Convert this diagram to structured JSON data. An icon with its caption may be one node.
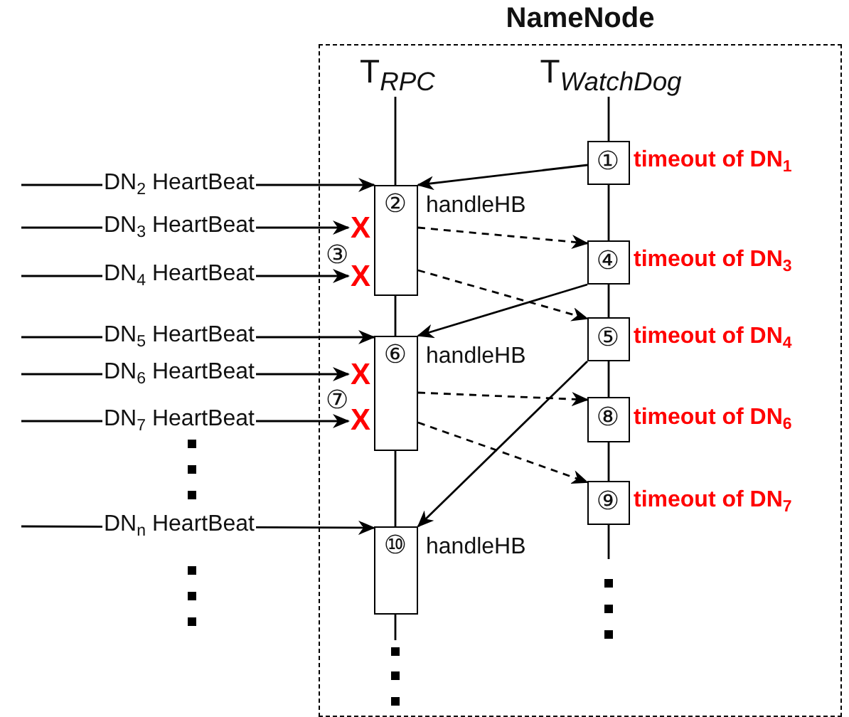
{
  "diagram": {
    "nodes": [
      {
        "text": [
          "NameNode"
        ]
      },
      {
        "text": [
          "T$_{RPC}$"
        ],
        "in": 0
      },
      {
        "text": [
          "T$_{WatchDog}$"
        ],
        "in": 0
      },
      {
        "text": [
          "①"
        ],
        "in": 0,
        "beside": [
          "timeout of DN$_{1}$"
        ]
      },
      {
        "text": [
          "②"
        ],
        "in": 0,
        "beside": [
          "handleHB"
        ]
      },
      {
        "text": [
          "X"
        ],
        "in": 0
      },
      {
        "text": [
          "X"
        ],
        "in": 0
      },
      {
        "text": [
          "④"
        ],
        "in": 0,
        "beside": [
          "timeout of DN$_{3}$"
        ]
      },
      {
        "text": [
          "⑤"
        ],
        "in": 0,
        "beside": [
          "timeout of DN$_{4}$"
        ]
      },
      {
        "text": [
          "⑥"
        ],
        "in": 0,
        "beside": [
          "handleHB"
        ]
      },
      {
        "text": [
          "X"
        ],
        "in": 0
      },
      {
        "text": [
          "X"
        ],
        "in": 0
      },
      {
        "text": [
          "⑧"
        ],
        "in": 0,
        "beside": [
          "timeout of DN$_{6}$"
        ]
      },
      {
        "text": [
          "⑨"
        ],
        "in": 0,
        "beside": [
          "timeout of DN$_{7}$"
        ]
      },
      {
        "text": [
          "⑩"
        ],
        "in": 0,
        "beside": [
          "handleHB"
        ]
      }
    ],
    "edges": [
      {
        "from": 1,
        "to": 4,
        "arrow": "none"
      },
      {
        "from": 4,
        "to": 9,
        "arrow": "none"
      },
      {
        "from": 9,
        "to": 14,
        "arrow": "none"
      },
      {
        "from": 2,
        "to": 3,
        "arrow": "none"
      },
      {
        "from": 3,
        "to": 7,
        "arrow": "none"
      },
      {
        "from": 7,
        "to": 8,
        "arrow": "none"
      },
      {
        "from": 8,
        "to": 12,
        "arrow": "none"
      },
      {
        "from": 12,
        "to": 13,
        "arrow": "none"
      },
      {
        "from": 3,
        "to": 4,
        "arrow": "to"
      },
      {
        "from": 4,
        "to": 7,
        "arrow": "to",
        "style": "dashed"
      },
      {
        "from": 4,
        "to": 8,
        "arrow": "to",
        "style": "dashed"
      },
      {
        "from": 7,
        "to": 9,
        "arrow": "to"
      },
      {
        "from": 9,
        "to": 12,
        "arrow": "to",
        "style": "dashed"
      },
      {
        "from": 9,
        "to": 13,
        "arrow": "to",
        "style": "dashed"
      },
      {
        "from": 8,
        "to": 14,
        "arrow": "to"
      },
      {
        "from": null,
        "to": 4,
        "arrow": "to",
        "label": "DN$_{2}$ HeartBeat"
      },
      {
        "from": null,
        "to": 5,
        "arrow": "to",
        "label": "DN$_{3}$ HeartBeat"
      },
      {
        "from": null,
        "to": 6,
        "arrow": "to",
        "label": "DN$_{4}$ HeartBeat"
      },
      {
        "from": null,
        "to": 9,
        "arrow": "to",
        "label": "DN$_{5}$ HeartBeat"
      },
      {
        "from": null,
        "to": 10,
        "arrow": "to",
        "label": "DN$_{6}$ HeartBeat"
      },
      {
        "from": null,
        "to": 11,
        "arrow": "to",
        "label": "DN$_{7}$ HeartBeat"
      },
      {
        "from": null,
        "to": 14,
        "arrow": "to",
        "label": "DN$_{n}$ HeartBeat"
      }
    ],
    "labels": [
      "③",
      "⑦"
    ]
  }
}
